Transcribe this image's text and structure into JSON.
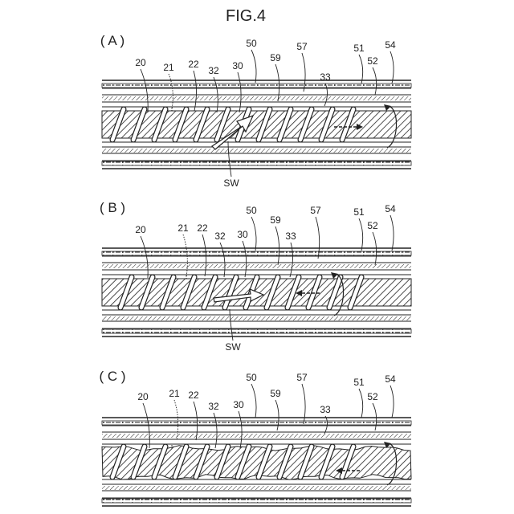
{
  "title": "FIG.4",
  "panels": [
    {
      "label": "( A )",
      "shift_label": "SW",
      "refs": [
        "20",
        "21",
        "22",
        "32",
        "30",
        "50",
        "59",
        "57",
        "33",
        "51",
        "52",
        "54"
      ]
    },
    {
      "label": "( B )",
      "shift_label": "SW",
      "refs": [
        "20",
        "21",
        "22",
        "32",
        "30",
        "50",
        "59",
        "57",
        "33",
        "51",
        "52",
        "54"
      ]
    },
    {
      "label": "( C )",
      "shift_label": "",
      "refs": [
        "20",
        "21",
        "22",
        "32",
        "30",
        "50",
        "59",
        "57",
        "33",
        "51",
        "52",
        "54"
      ]
    }
  ]
}
